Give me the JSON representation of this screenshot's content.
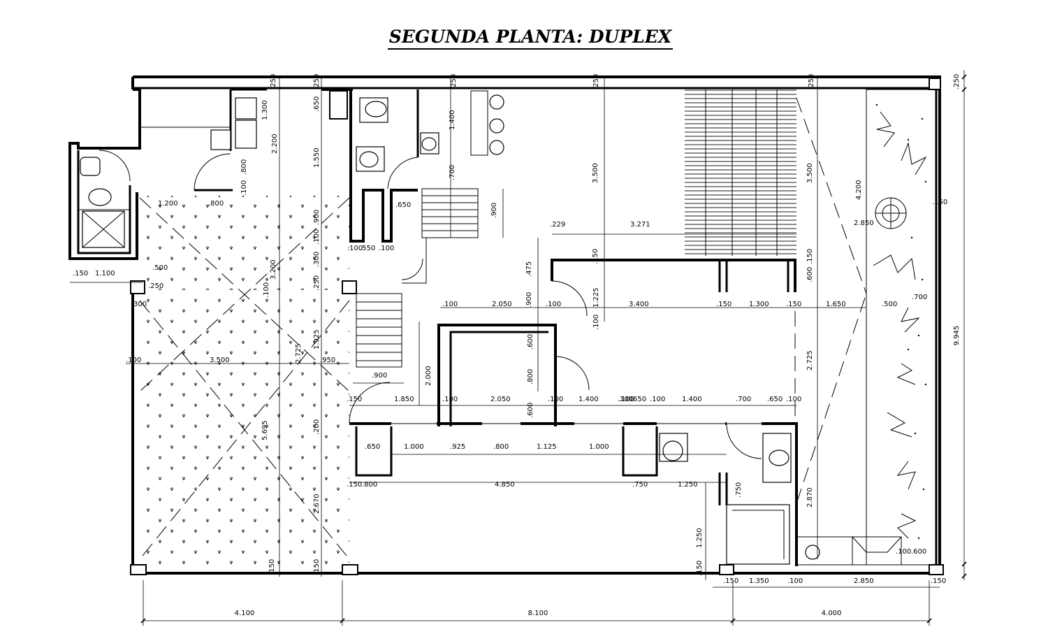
{
  "title": "SEGUNDA PLANTA: DUPLEX",
  "dimensions": {
    "top": [
      ".250",
      ".250",
      ".250",
      ".250",
      ".250",
      ".250"
    ],
    "overall_vertical": "9.945",
    "bottom_row": [
      ".150",
      "1.350",
      ".100",
      "2.850",
      ".150"
    ],
    "bottom_totals": [
      "4.100",
      "8.100",
      "4.000"
    ],
    "left_wing": [
      "1.200",
      ".800",
      "1.100",
      ".150",
      ".250",
      ".300",
      ".100",
      "3.500",
      ".500"
    ],
    "bath_vertical": [
      "1.300",
      "2.200",
      ".800",
      ".100",
      ".650",
      "1.550",
      ".900",
      ".100",
      ".300",
      ".250",
      "3.200",
      ".100",
      "1.925",
      "2.725",
      ".950",
      "5.695",
      "2.670",
      ".200",
      ".150",
      ".150"
    ],
    "stairs": [
      ".650",
      ".900",
      ".100",
      ".550",
      ".100",
      ".900",
      "1.400",
      ".700"
    ],
    "center_top": [
      ".229",
      "3.271",
      "3.500",
      "3.500",
      "4.200",
      "2.850",
      ".150"
    ],
    "corridor": [
      ".100",
      "2.050",
      ".900",
      ".100",
      "1.225",
      "3.400",
      ".150",
      "1.300",
      ".150",
      "1.650",
      ".500",
      ".700",
      ".475",
      ".150",
      ".600",
      ".150",
      ".100",
      ".600",
      "2.000",
      ".800",
      ".600",
      "2.725"
    ],
    "lower_row": [
      ".150",
      "1.850",
      ".100",
      "2.050",
      ".100",
      "1.400",
      ".100",
      "650",
      ".100",
      "1.400",
      ".700",
      ".650",
      ".100"
    ],
    "lower_walls": [
      ".650",
      "1.000",
      ".925",
      ".800",
      "1.125",
      "1.000",
      ".100",
      ".150",
      ".800",
      "4.850",
      ".750",
      "1.250",
      ".750",
      "1.250",
      "2.870",
      ".100",
      ".600",
      ".150"
    ]
  }
}
